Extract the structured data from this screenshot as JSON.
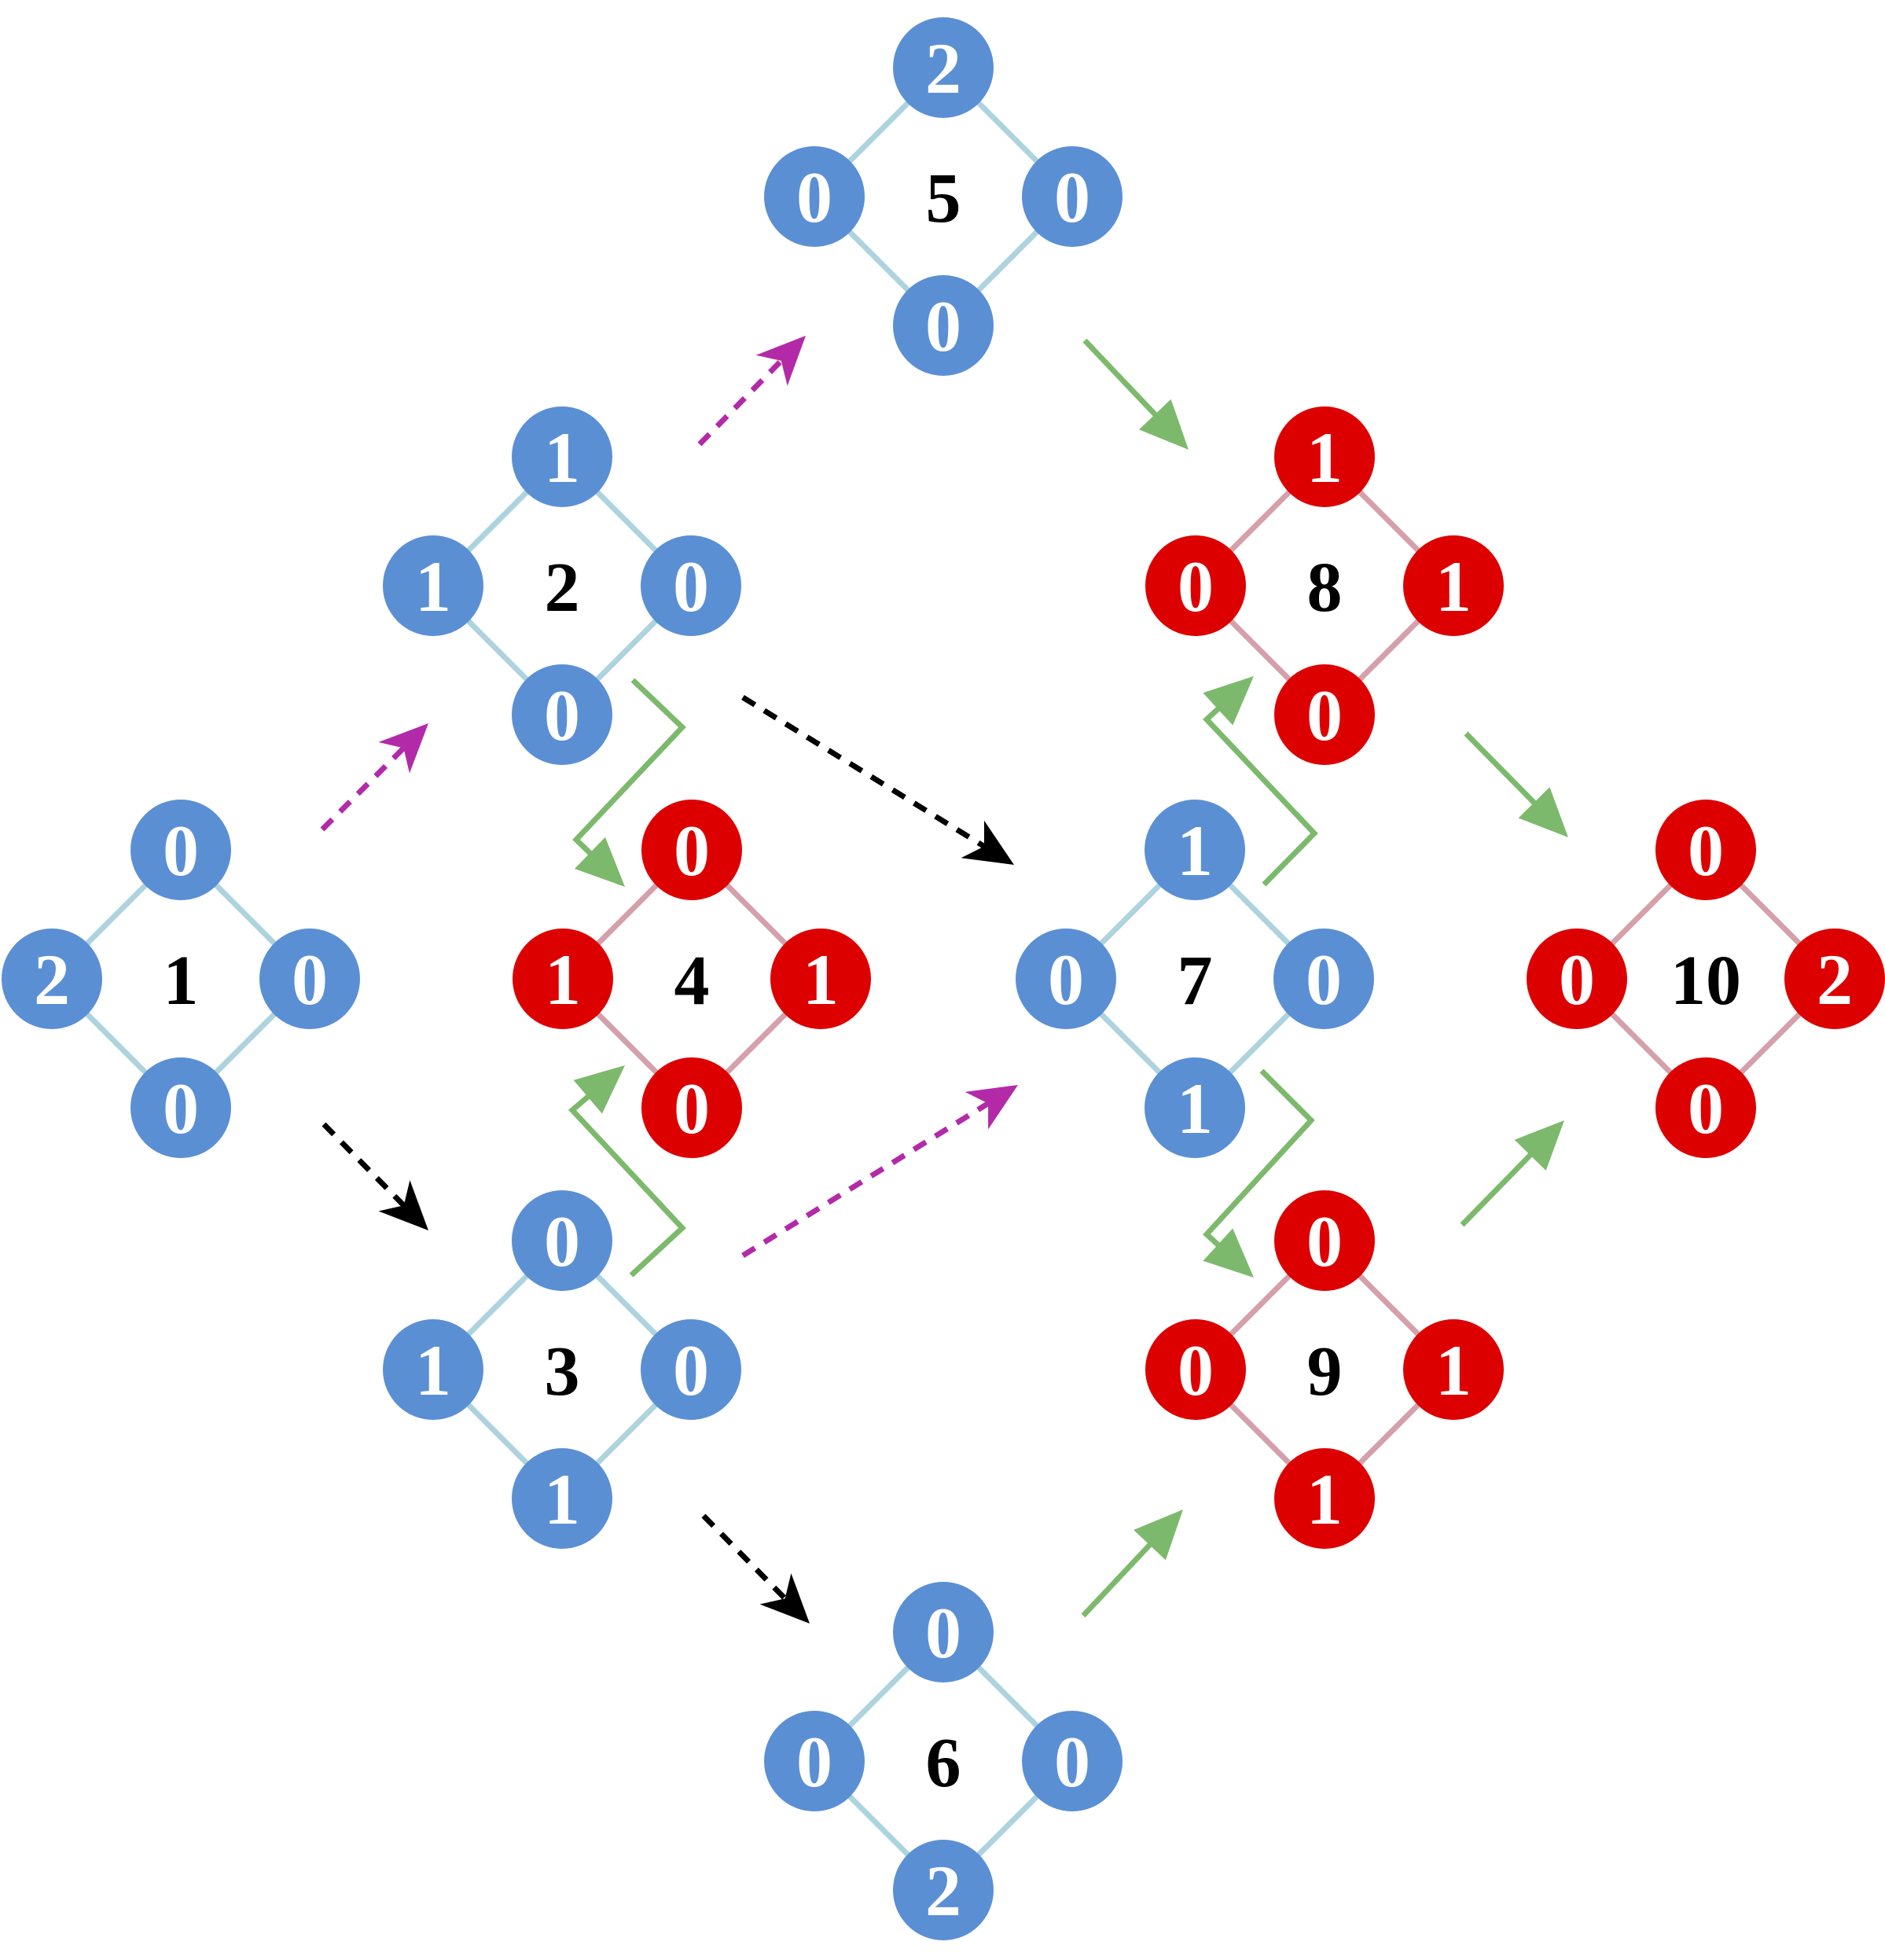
{
  "colors": {
    "blue_node": "#5b8fd4",
    "red_node": "#dd0000",
    "blue_edge": "#add3de",
    "red_edge": "#d4a0ab",
    "arrow_green": "#7db96c",
    "arrow_magenta": "#b32aa8",
    "arrow_black": "#000000",
    "node_text": "#ffffff",
    "label_text": "#000000"
  },
  "states": [
    {
      "id": "1",
      "color": "blue",
      "top": "0",
      "right": "0",
      "bottom": "0",
      "left": "2"
    },
    {
      "id": "2",
      "color": "blue",
      "top": "1",
      "right": "0",
      "bottom": "0",
      "left": "1"
    },
    {
      "id": "3",
      "color": "blue",
      "top": "0",
      "right": "0",
      "bottom": "1",
      "left": "1"
    },
    {
      "id": "4",
      "color": "red",
      "top": "0",
      "right": "1",
      "bottom": "0",
      "left": "1"
    },
    {
      "id": "5",
      "color": "blue",
      "top": "2",
      "right": "0",
      "bottom": "0",
      "left": "0"
    },
    {
      "id": "6",
      "color": "blue",
      "top": "0",
      "right": "0",
      "bottom": "2",
      "left": "0"
    },
    {
      "id": "7",
      "color": "blue",
      "top": "1",
      "right": "0",
      "bottom": "1",
      "left": "0"
    },
    {
      "id": "8",
      "color": "red",
      "top": "1",
      "right": "1",
      "bottom": "0",
      "left": "0"
    },
    {
      "id": "9",
      "color": "red",
      "top": "0",
      "right": "1",
      "bottom": "1",
      "left": "0"
    },
    {
      "id": "10",
      "color": "red",
      "top": "0",
      "right": "2",
      "bottom": "0",
      "left": "0"
    }
  ],
  "transitions": [
    {
      "from": "1",
      "to": "2",
      "style": "dashed-magenta"
    },
    {
      "from": "1",
      "to": "3",
      "style": "dashed-black"
    },
    {
      "from": "2",
      "to": "5",
      "style": "dashed-magenta"
    },
    {
      "from": "2",
      "to": "7",
      "style": "dashed-black"
    },
    {
      "from": "3",
      "to": "7",
      "style": "dashed-magenta"
    },
    {
      "from": "3",
      "to": "6",
      "style": "dashed-black"
    },
    {
      "from": "2",
      "to": "4",
      "style": "zigzag-green"
    },
    {
      "from": "3",
      "to": "4",
      "style": "zigzag-green"
    },
    {
      "from": "7",
      "to": "8",
      "style": "zigzag-green"
    },
    {
      "from": "7",
      "to": "9",
      "style": "zigzag-green"
    },
    {
      "from": "5",
      "to": "8",
      "style": "solid-green"
    },
    {
      "from": "6",
      "to": "9",
      "style": "solid-green"
    },
    {
      "from": "8",
      "to": "10",
      "style": "solid-green"
    },
    {
      "from": "9",
      "to": "10",
      "style": "solid-green"
    }
  ]
}
